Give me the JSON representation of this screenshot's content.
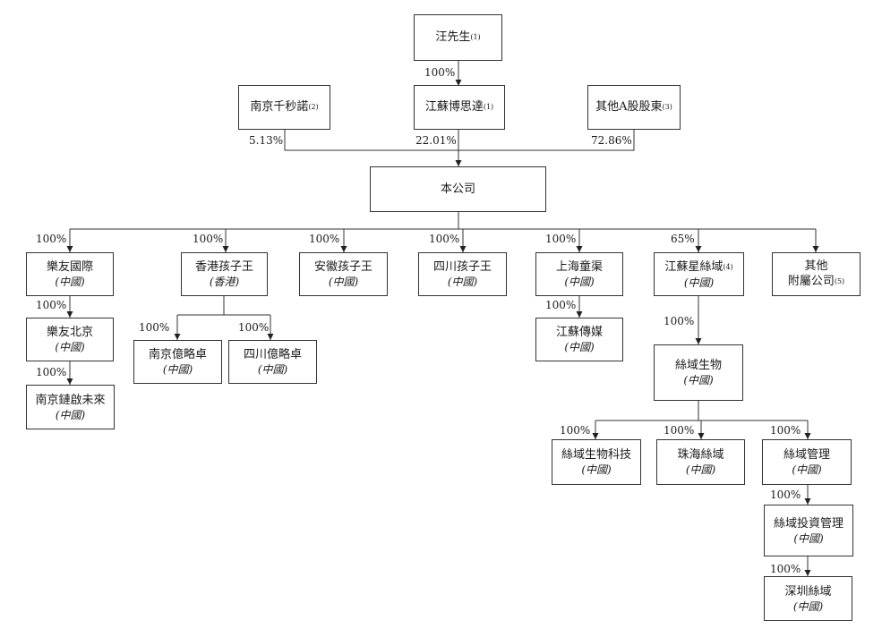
{
  "entities": {
    "wang": {
      "name": "汪先生",
      "note": "(1)"
    },
    "jiangsu_bosida": {
      "name": "江蘇博思達",
      "note": "(1)"
    },
    "nanjing_qianmiao": {
      "name": "南京千秒諾",
      "note": "(2)"
    },
    "other_a": {
      "name": "其他A股股東",
      "note": "(3)"
    },
    "company": {
      "name": "本公司"
    },
    "leyou_intl": {
      "name": "樂友國際",
      "sub": "(中國)"
    },
    "hk_kidswant": {
      "name": "香港孩子王",
      "sub": "(香港)"
    },
    "anhui_kidswant": {
      "name": "安徽孩子王",
      "sub": "(中國)"
    },
    "sichuan_kidswant": {
      "name": "四川孩子王",
      "sub": "(中國)"
    },
    "shanghai_tongqu": {
      "name": "上海童渠",
      "sub": "(中國)"
    },
    "jiangsu_xingsiyu": {
      "name": "江蘇星絲域",
      "note": "(4)",
      "sub": "(中國)"
    },
    "other_subs": {
      "line1": "其他",
      "line2": "附屬公司",
      "note": "(5)"
    },
    "leyou_beijing": {
      "name": "樂友北京",
      "sub": "(中國)"
    },
    "nanjing_lianqi": {
      "name": "南京鏈啟未來",
      "sub": "(中國)"
    },
    "nanjing_yilue": {
      "name": "南京億略卓",
      "sub": "(中國)"
    },
    "sichuan_yilue": {
      "name": "四川億略卓",
      "sub": "(中國)"
    },
    "jiangsu_chuanmei": {
      "name": "江蘇傳媒",
      "sub": "(中國)"
    },
    "siyu_bio": {
      "name": "絲域生物",
      "sub": "(中國)"
    },
    "siyu_bio_tech": {
      "name": "絲域生物科技",
      "sub": "(中國)"
    },
    "zhuhai_siyu": {
      "name": "珠海絲域",
      "sub": "(中國)"
    },
    "siyu_mgmt": {
      "name": "絲域管理",
      "sub": "(中國)"
    },
    "siyu_invest": {
      "name": "絲域投資管理",
      "sub": "(中國)"
    },
    "shenzhen_siyu": {
      "name": "深圳絲域",
      "sub": "(中國)"
    }
  },
  "ownership": {
    "wang_to_bosida": "100%",
    "qianmiao_to_company": "5.13%",
    "bosida_to_company": "22.01%",
    "other_a_to_company": "72.86%",
    "company_to_leyou_intl": "100%",
    "company_to_hk": "100%",
    "company_to_anhui": "100%",
    "company_to_sichuan": "100%",
    "company_to_shanghai": "100%",
    "company_to_xingsiyu": "65%",
    "leyou_intl_to_beijing": "100%",
    "beijing_to_lianqi": "100%",
    "hk_to_nanjing_yilue": "100%",
    "hk_to_sichuan_yilue": "100%",
    "shanghai_to_chuanmei": "100%",
    "xingsiyu_to_siyu_bio": "100%",
    "siyu_bio_to_tech": "100%",
    "siyu_bio_to_zhuhai": "100%",
    "siyu_bio_to_mgmt": "100%",
    "mgmt_to_invest": "100%",
    "invest_to_shenzhen": "100%"
  }
}
